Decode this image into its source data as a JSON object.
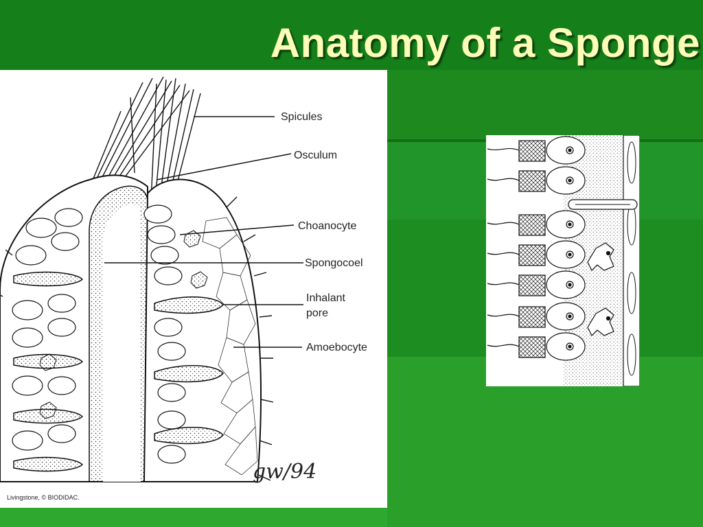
{
  "slide": {
    "title": "Anatomy of a Sponge",
    "colors": {
      "background": "#1f8a1f",
      "title": "#fdfdb8",
      "panel": "#ffffff"
    }
  },
  "diagram": {
    "labels": {
      "spicules": "Spicules",
      "osculum": "Osculum",
      "choanocyte": "Choanocyte",
      "spongocoel": "Spongocoel",
      "inhalant_pore": "Inhalant\npore",
      "amoebocyte": "Amoebocyte"
    },
    "credit": "Livingstone, © BIODIDAC.",
    "signature": "gw/94"
  }
}
